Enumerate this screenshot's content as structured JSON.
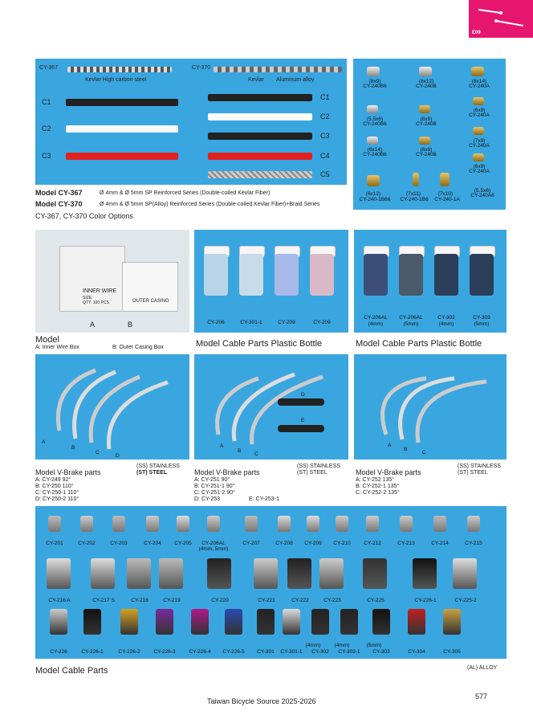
{
  "corner_badge": {
    "code": "E09"
  },
  "panel1": {
    "cy367_tag": "CY-367",
    "cy367_label": "Kevlar  High carbon steel",
    "cy370_tag": "CY-370",
    "cy370_kevlar": "Kevlar",
    "cy370_alloy": "Aluminum alloy",
    "left_codes": [
      "C1",
      "C2",
      "C3"
    ],
    "right_codes": [
      "C1",
      "C2",
      "C3",
      "C4",
      "C5"
    ]
  },
  "cy_models": {
    "row1_model": "Model CY-367",
    "row1_desc": "Ø 4mm & Ø 5mm SP Reinforced Series (Double-coiled Kevlar Fiber)",
    "row2_model": "Model CY-370",
    "row2_desc": "Ø 4mm & Ø 5mm SP(Alloy) Reinforced Series (Double-coiled Kevlar Fiber)+Braid Series",
    "row3": "CY-367, CY-370   Color Options"
  },
  "barrels": [
    {
      "size": "(8x9)",
      "code": "CY-240B6"
    },
    {
      "size": "(8x12)",
      "code": "CY-240B"
    },
    {
      "size": "(8x14)",
      "code": "CY-240A"
    },
    {
      "size": "(6x9)",
      "code": "CY-240A"
    },
    {
      "size": "(5.5x6)",
      "code": "CY-240B6"
    },
    {
      "size": "(8x9)",
      "code": "CY-240B"
    },
    {
      "size": "(7x9)",
      "code": "CY-240A"
    },
    {
      "size": "(6x14)",
      "code": "CY-240B6"
    },
    {
      "size": "(6x9)",
      "code": "CY-240B"
    },
    {
      "size": "(6x9)",
      "code": "CY-240A"
    },
    {
      "size": "(5.5x6)",
      "code": "CY-240A6"
    },
    {
      "size": "(6x12)",
      "code": "CY-240-1B66"
    },
    {
      "size": "(7x11)",
      "code": "CY-240-1B6"
    },
    {
      "size": "(7x10)",
      "code": "CY-240-1A"
    }
  ],
  "boxes": {
    "inner": "INNER WIRE",
    "inner_size": "SIZE:",
    "inner_qty": "QTY: 100 PCS",
    "outer": "OUTER CASING",
    "a": "A",
    "b": "B",
    "model": "Model",
    "a_caption": "A: Inner Wire Box",
    "b_caption": "B: Outer Casing Box"
  },
  "bottles1": {
    "labels": [
      "CY-206",
      "CY-301-1",
      "CY-209",
      "CY-209"
    ],
    "title": "Model Cable Parts  Plastic Bottle"
  },
  "bottles2": {
    "labels": [
      "CY-206AL",
      "CY-206AL",
      "CY-302",
      "CY-303"
    ],
    "sizes": [
      "(4mm)",
      "(5mm)",
      "(4mm)",
      "(5mm)"
    ],
    "title": "Model Cable Parts Plastic Bottle"
  },
  "vbrake1": {
    "letters": [
      "A",
      "B",
      "C",
      "D"
    ],
    "title": "Model V-Brake parts",
    "ss": "(SS) STAINLESS",
    "st": "(ST) STEEL",
    "items": [
      "A: CY-249 92°",
      "B: CY-250 110°",
      "C: CY-250-1 110°",
      "D: CY-250-2 110°"
    ]
  },
  "vbrake2": {
    "letters": [
      "A",
      "B",
      "C",
      "D",
      "E"
    ],
    "title": "Model V-Brake parts",
    "ss": "(SS) STAINLESS",
    "st": "(ST) STEEL",
    "items": [
      "A: CY-251 90°",
      "B: CY-251-1 90°",
      "C: CY-251-2 90°",
      "D: CY-253"
    ],
    "extra": "E: CY-253-1"
  },
  "vbrake3": {
    "letters": [
      "A",
      "B",
      "C"
    ],
    "title": "Model V-Brake parts",
    "ss": "(SS) STAINLESS",
    "st": "(ST) STEEL",
    "items": [
      "A: CY-252 135°",
      "B: CY-252-1 135°",
      "C: CY-252-2 135°"
    ]
  },
  "parts": {
    "row1": [
      "CY-201",
      "CY-202",
      "CY-203",
      "CY-204",
      "CY-205",
      "CY-206AL",
      "CY-207",
      "CY-208",
      "CY-209",
      "CY-210",
      "CY-212",
      "CY-213",
      "CY-214",
      "CY-215"
    ],
    "row1_sub": "(4mm, 5mm)",
    "row2": [
      "CY-216 A",
      "CY-217 S",
      "CY-218",
      "CY-219",
      "CY-220",
      "CY-221",
      "CY-222",
      "CY-223",
      "CY-225",
      "CY-226-1",
      "CY-225-2"
    ],
    "row3_sizes": [
      "(4mm)",
      "(4mm)",
      "(5mm)"
    ],
    "row3": [
      "CY-226",
      "CY-226-1",
      "CY-226-2",
      "CY-226-3",
      "CY-226-4",
      "CY-226-5",
      "CY-301",
      "CY-301-1",
      "CY-302",
      "CY-302-1",
      "CY-303",
      "CY-304",
      "CY-305"
    ]
  },
  "footer": {
    "title": "Model Cable Parts",
    "alloy": "(AL) ALLOY",
    "source": "Taiwan Bicycle Source 2025-2026",
    "page": "577"
  }
}
